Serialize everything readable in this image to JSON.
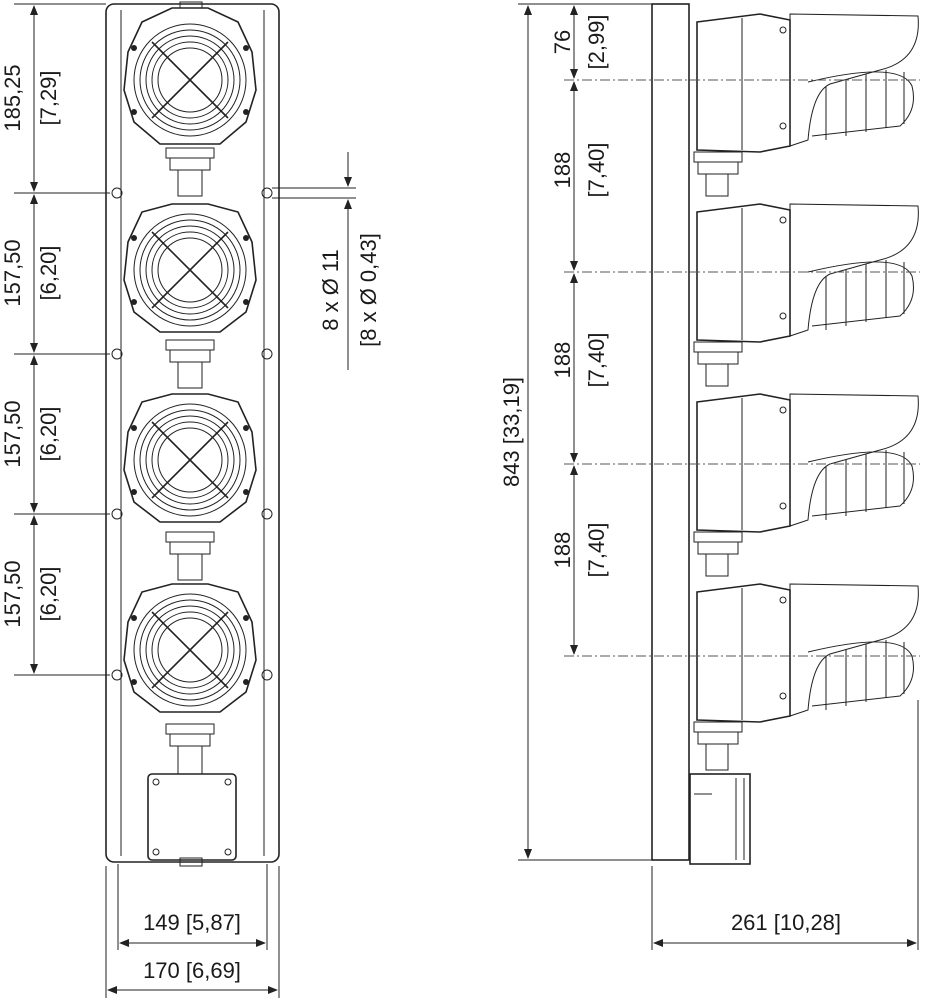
{
  "front_view": {
    "left_dims": [
      {
        "value": "185,25",
        "imperial": "[7,29]"
      },
      {
        "value": "157,50",
        "imperial": "[6,20]"
      },
      {
        "value": "157,50",
        "imperial": "[6,20]"
      },
      {
        "value": "157,50",
        "imperial": "[6,20]"
      }
    ],
    "hole_callout": {
      "metric": "8 x Ø 11",
      "imperial": "[8 x Ø 0,43]"
    },
    "inner_width": "149 [5,87]",
    "outer_width": "170 [6,69]"
  },
  "side_view": {
    "overall_height": "843 [33,19]",
    "top_dim": {
      "value": "76",
      "imperial": "[2,99]"
    },
    "pitch_dims": [
      {
        "value": "188",
        "imperial": "[7,40]"
      },
      {
        "value": "188",
        "imperial": "[7,40]"
      },
      {
        "value": "188",
        "imperial": "[7,40]"
      }
    ],
    "depth": "261 [10,28]"
  },
  "colors": {
    "line": "#222222",
    "lens": "#d9d9d9",
    "hood": "#e6e6e6",
    "background": "#ffffff"
  }
}
